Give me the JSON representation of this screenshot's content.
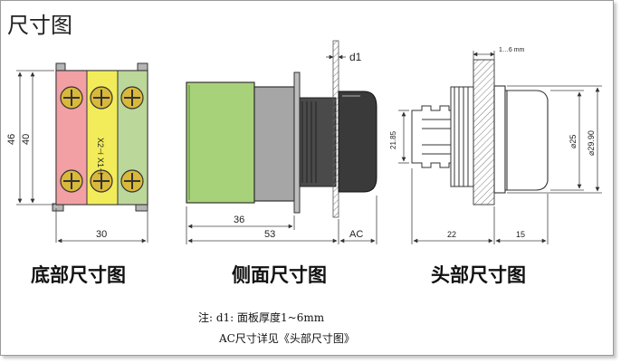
{
  "title": "尺寸图",
  "captions": {
    "bottom": "底部尺寸图",
    "side": "侧面尺寸图",
    "head": "头部尺寸图"
  },
  "bottom_view": {
    "dims": {
      "height_outer": "46",
      "height_inner": "40",
      "width": "30"
    },
    "contact_labels": {
      "left": "X2⊣",
      "right": "X1⊣"
    }
  },
  "side_view": {
    "dims": {
      "d1": "d1",
      "body": "36",
      "total": "53",
      "ac": "AC"
    }
  },
  "head_view": {
    "dims": {
      "panel": "1…6 mm",
      "height": "21.85",
      "dia_inner": "⌀25",
      "dia_outer": "⌀29.90",
      "depth": "22",
      "head": "15"
    }
  },
  "notes": {
    "line1": "注: d1: 面板厚度1~6mm",
    "line2": "AC尺寸详见《头部尺寸图》"
  },
  "colors": {
    "nc_block": "#f2a0a4",
    "no_block": "#f2ec5a",
    "side_green": "#a8d27a",
    "gray_housing": "#a6a6a6",
    "button": "#3a3a3a"
  }
}
